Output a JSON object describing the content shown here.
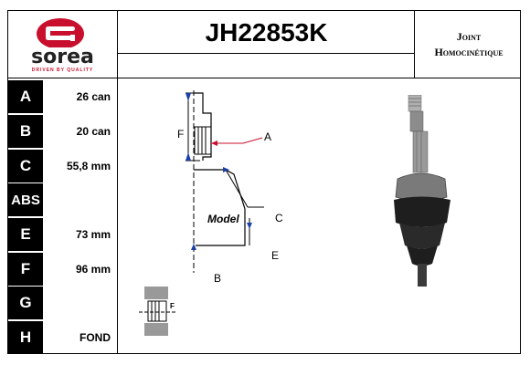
{
  "brand": {
    "name": "sorea",
    "tagline": "DRIVEN BY QUALITY",
    "color": "#c8102e"
  },
  "header": {
    "part_number": "JH22853K",
    "category_line1": "Joint",
    "category_line2": "Homocinétique"
  },
  "specs": [
    {
      "letter": "A",
      "value": "26 can"
    },
    {
      "letter": "B",
      "value": "20 can"
    },
    {
      "letter": "C",
      "value": "55,8 mm"
    },
    {
      "letter": "ABS",
      "value": ""
    },
    {
      "letter": "E",
      "value": "73 mm"
    },
    {
      "letter": "F",
      "value": "96 mm"
    },
    {
      "letter": "G",
      "value": ""
    },
    {
      "letter": "H",
      "value": "FOND"
    }
  ],
  "diagram": {
    "label_a": "A",
    "label_b": "B",
    "label_c": "C",
    "label_e": "E",
    "label_f": "F",
    "model_label": "Model",
    "mini_label_f": "F",
    "accent": "#c8102e"
  }
}
